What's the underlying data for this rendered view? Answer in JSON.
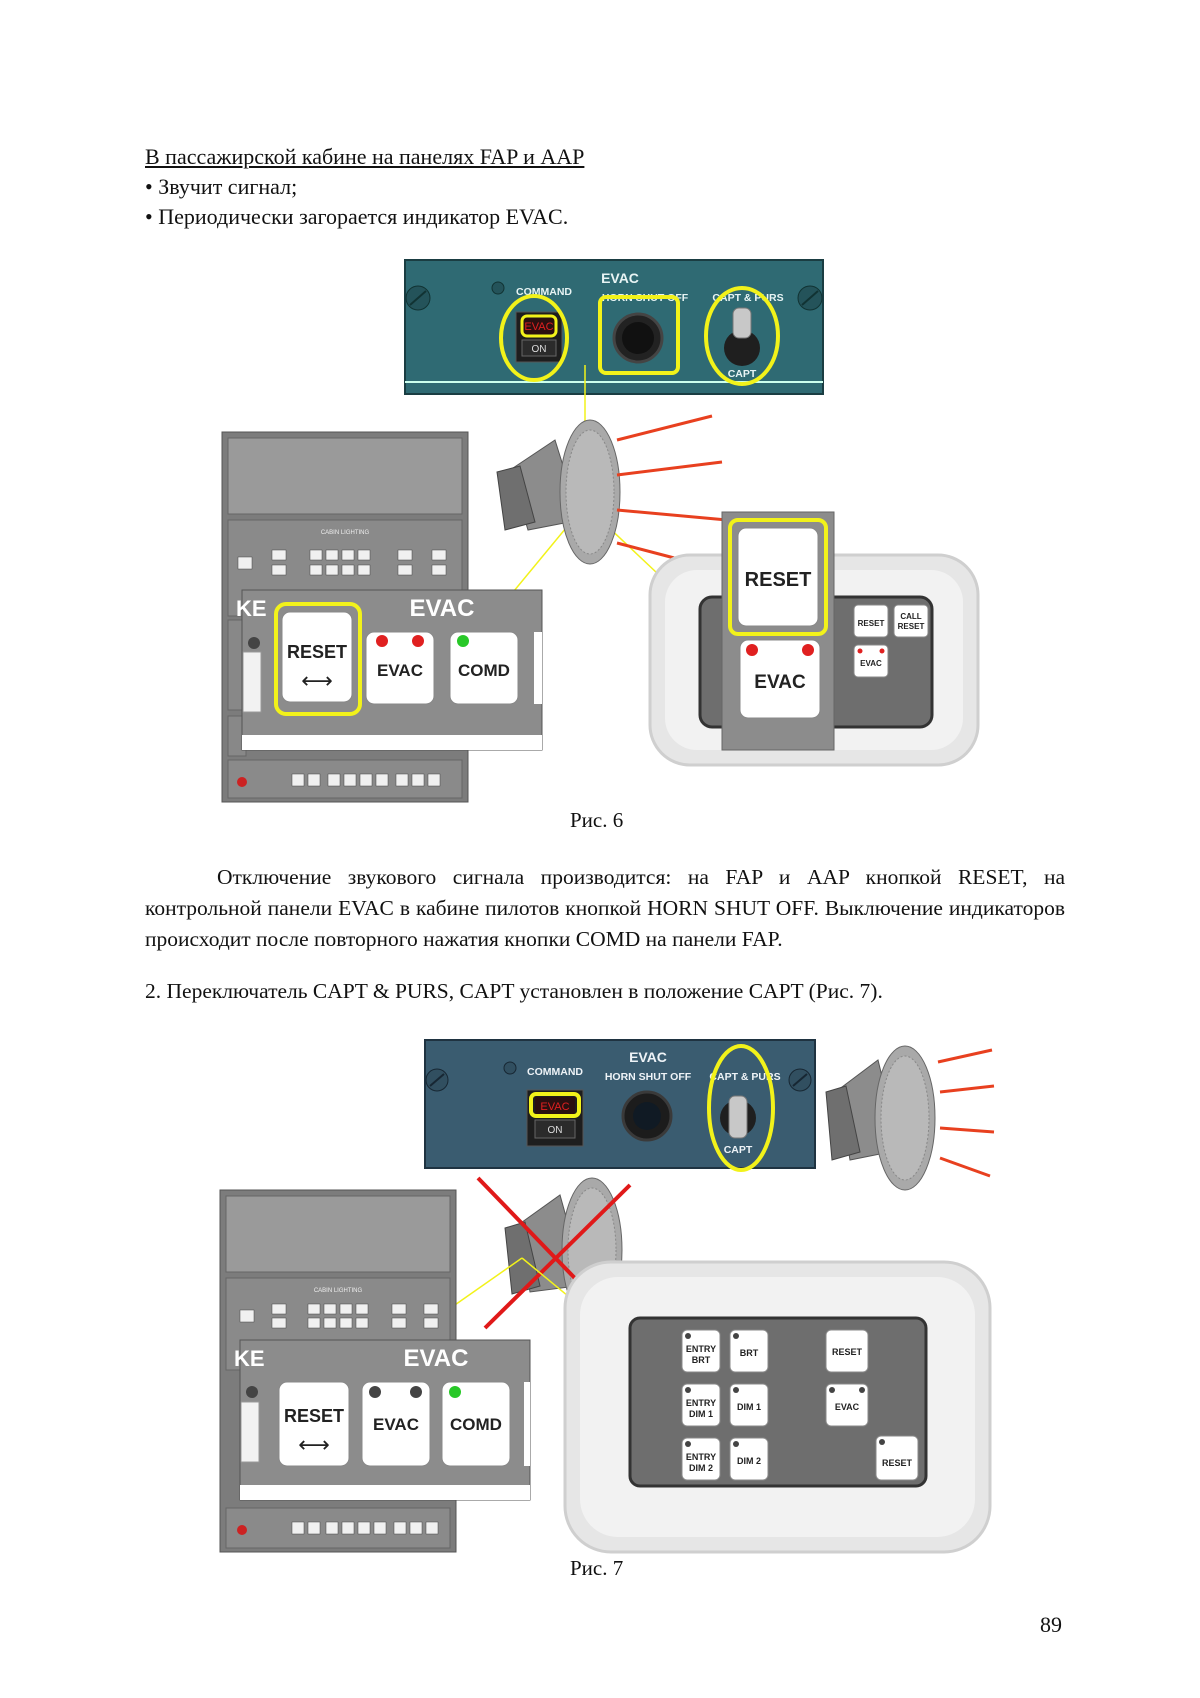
{
  "section": {
    "heading": "В пассажирской кабине на панелях FAP и AAP",
    "bullets": [
      "• Звучит сигнал;",
      "• Периодически загорается индикатор EVAC."
    ]
  },
  "figure6": {
    "caption": "Рис. 6",
    "cockpit_panel": {
      "title": "EVAC",
      "command_label": "COMMAND",
      "horn_label": "HORN SHUT OFF",
      "capt_purs_label": "CAPT & PURS",
      "evac_indicator": "EVAC",
      "on_label": "ON",
      "capt_label": "CAPT"
    },
    "fap_zoom": {
      "prefix": "KE",
      "title": "EVAC",
      "reset": "RESET",
      "reset_arrow": "⟷",
      "evac": "EVAC",
      "comd": "COMD"
    },
    "aap_panel": {
      "reset_big": "RESET",
      "evac_big": "EVAC",
      "reset_small": "RESET",
      "call_reset_1": "CALL",
      "call_reset_2": "RESET",
      "evac_small": "EVAC"
    },
    "fap_console": {
      "cabin_lighting": "CABIN LIGHTING"
    }
  },
  "paragraph1": "Отключение звукового сигнала производится: на FAP и AAP кнопкой RESET, на контрольной панели EVAC в кабине пилотов кнопкой HORN SHUT OFF. Выключение индикаторов происходит после повторного нажатия кнопки COMD на панели FAP.",
  "paragraph2": "2. Переключатель CAPT & PURS, CAPT установлен в положение CAPT (Рис. 7).",
  "figure7": {
    "caption": "Рис. 7",
    "cockpit_panel": {
      "title": "EVAC",
      "command_label": "COMMAND",
      "horn_label": "HORN SHUT OFF",
      "capt_purs_label": "CAPT & PURS",
      "evac_indicator": "EVAC",
      "on_label": "ON",
      "capt_label": "CAPT"
    },
    "fap_zoom": {
      "prefix": "KE",
      "title": "EVAC",
      "reset": "RESET",
      "reset_arrow": "⟷",
      "evac": "EVAC",
      "comd": "COMD"
    },
    "aap_panel": {
      "entry_brt_1": "ENTRY",
      "entry_brt_2": "BRT",
      "brt": "BRT",
      "reset_top": "RESET",
      "entry_dim1_1": "ENTRY",
      "entry_dim1_2": "DIM 1",
      "dim1": "DIM 1",
      "evac": "EVAC",
      "entry_dim2_1": "ENTRY",
      "entry_dim2_2": "DIM 2",
      "dim2": "DIM 2",
      "reset_bottom": "RESET"
    },
    "fap_console": {
      "cabin_lighting": "CABIN LIGHTING"
    }
  },
  "page_number": "89",
  "colors": {
    "cockpit_panel_fig6": "#2f6a73",
    "cockpit_panel_fig7": "#3a5c70",
    "highlight": "#f2f21a",
    "sound_lines": "#e8401f",
    "cross": "#e01919",
    "led_red": "#e02020",
    "led_green": "#28c828",
    "panel_gray": "#8c8c8c"
  }
}
